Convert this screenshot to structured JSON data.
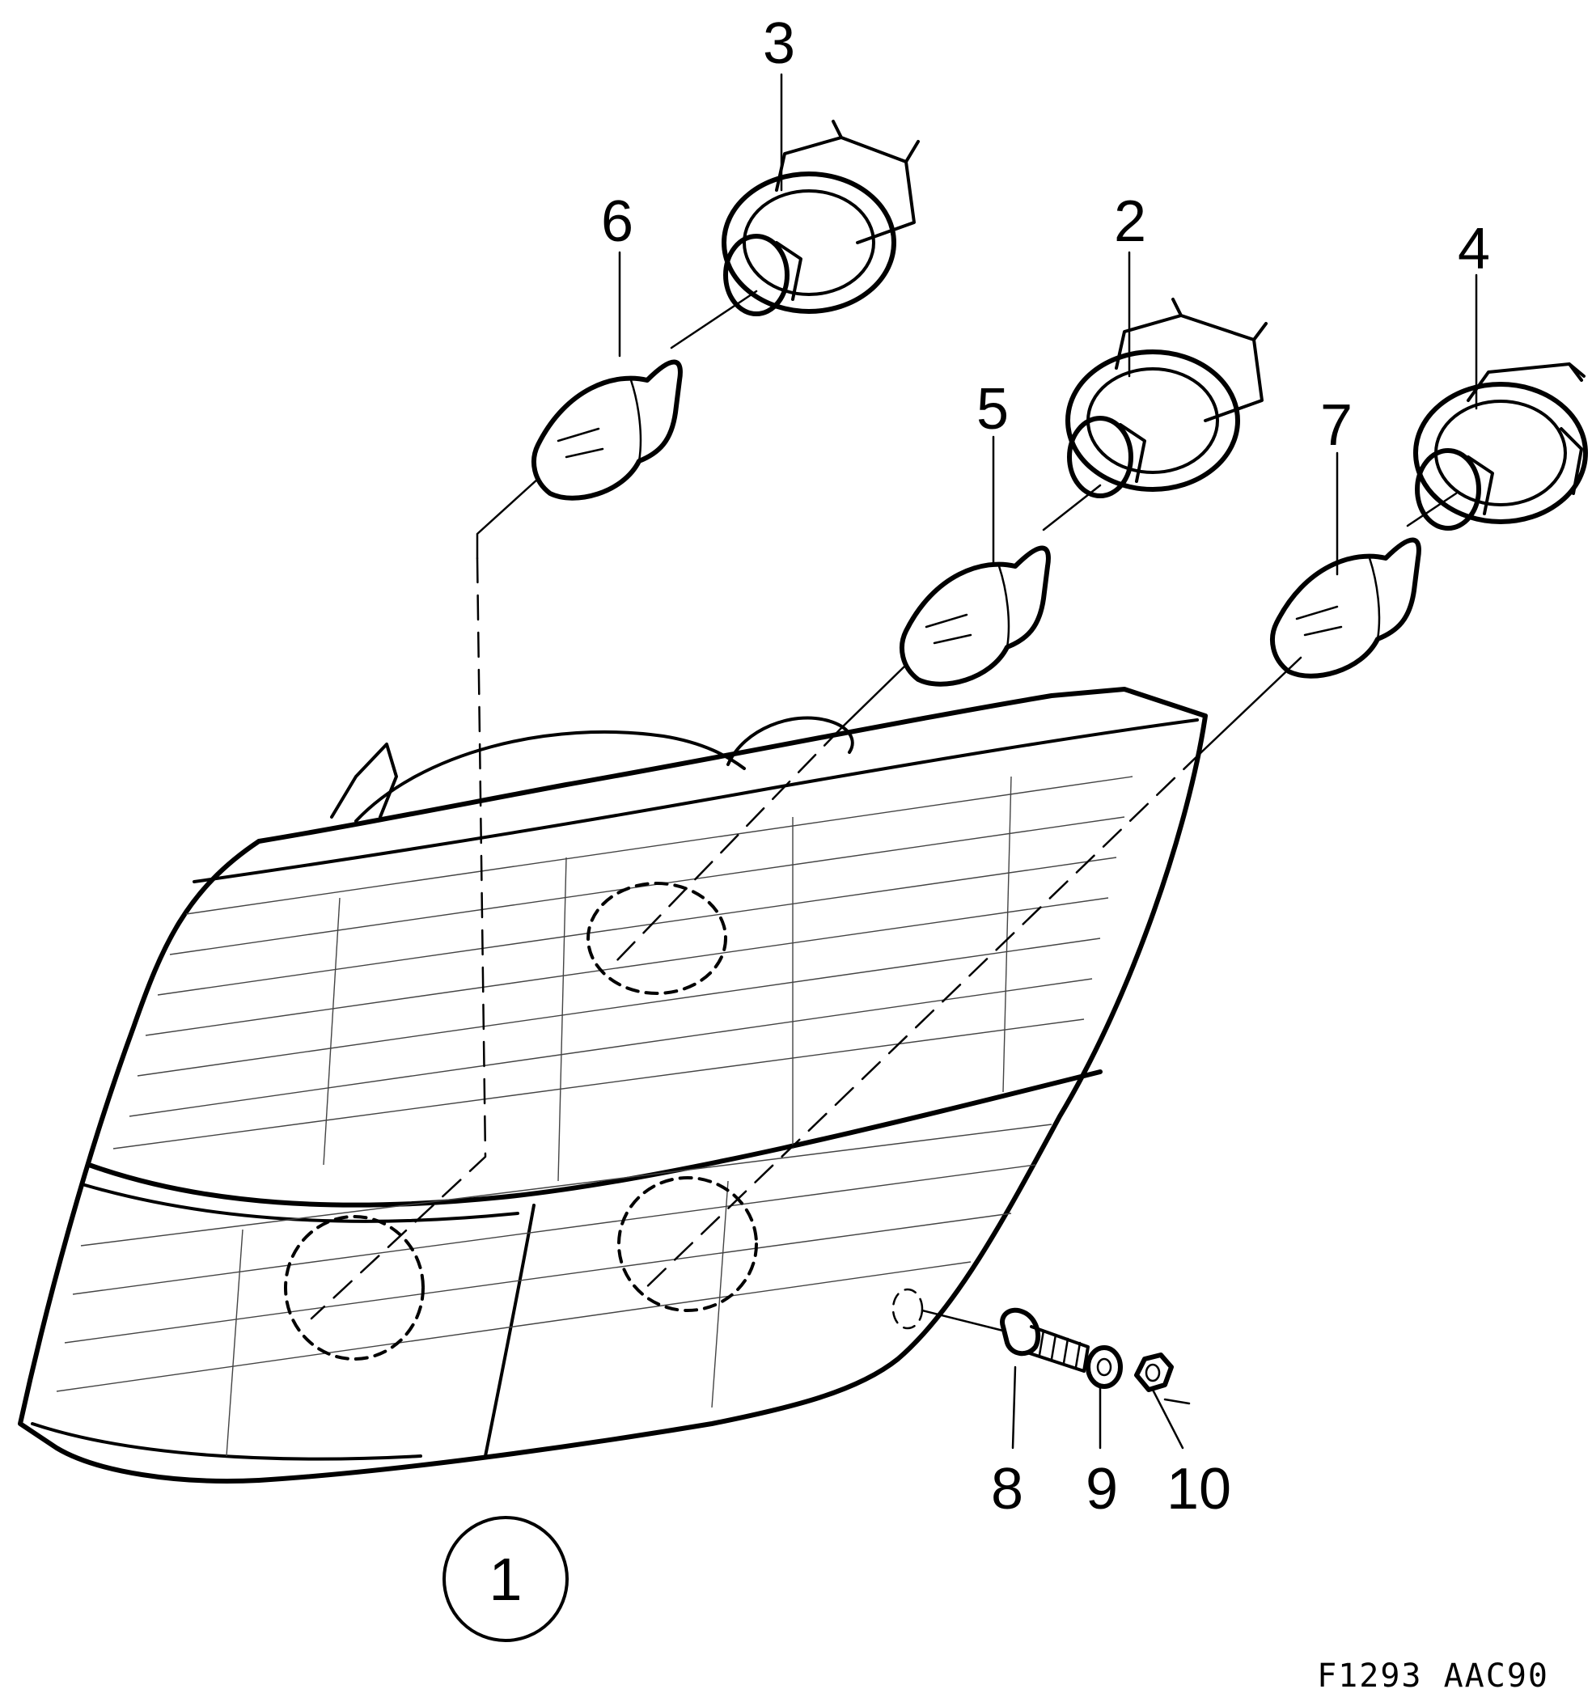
{
  "diagram": {
    "assembly_number": "1",
    "callouts": [
      {
        "id": "2",
        "label": "2"
      },
      {
        "id": "3",
        "label": "3"
      },
      {
        "id": "4",
        "label": "4"
      },
      {
        "id": "5",
        "label": "5"
      },
      {
        "id": "6",
        "label": "6"
      },
      {
        "id": "7",
        "label": "7"
      },
      {
        "id": "8",
        "label": "8"
      },
      {
        "id": "9",
        "label": "9"
      },
      {
        "id": "10",
        "label": "10"
      }
    ],
    "reference_code": "F1293  AAC90"
  }
}
